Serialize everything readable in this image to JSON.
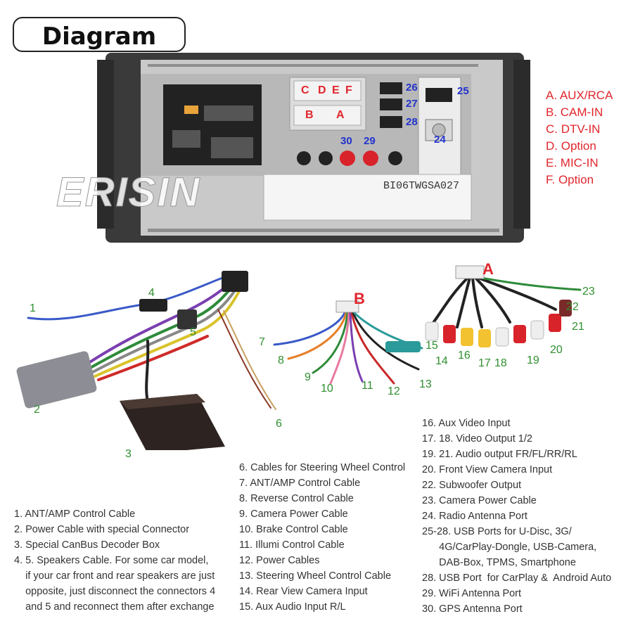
{
  "title": "Diagram",
  "watermark": "ERISIN",
  "unit_sticker": "BI06TWGSA027",
  "port_legend": [
    "A. AUX/RCA",
    "B. CAM-IN",
    "C. DTV-IN",
    "D. Option",
    "E. MIC-IN",
    "F. Option"
  ],
  "port_letters": [
    "C",
    "D",
    "E",
    "F",
    "B",
    "A"
  ],
  "port_numbers": [
    "26",
    "27",
    "28",
    "25",
    "24",
    "30",
    "29"
  ],
  "connector_labels": {
    "a": "A",
    "b": "B"
  },
  "cable_numbers": [
    "1",
    "2",
    "3",
    "4",
    "5",
    "6",
    "7",
    "8",
    "9",
    "10",
    "11",
    "12",
    "13",
    "14",
    "15",
    "16",
    "17",
    "18",
    "19",
    "20",
    "21",
    "22",
    "23"
  ],
  "list_left": [
    "1. ANT/AMP Control Cable",
    "2. Power Cable with special Connector",
    "3. Special CanBus Decoder Box",
    "4. 5. Speakers Cable. For some car model,",
    "    if your car front and rear speakers are just",
    "    opposite, just disconnect the connectors 4",
    "    and 5 and reconnect them after exchange"
  ],
  "list_middle": [
    "6. Cables for Steering Wheel Control",
    "7. ANT/AMP Control Cable",
    "8. Reverse Control Cable",
    "9. Camera Power Cable",
    "10. Brake Control Cable",
    "11. Illumi Control Cable",
    "12. Power Cables",
    "13. Steering Wheel Control Cable",
    "14. Rear View Camera Input",
    "15. Aux Audio Input R/L"
  ],
  "list_right": [
    "16. Aux Video Input",
    "17. 18. Video Output 1/2",
    "19. 21. Audio output FR/FL/RR/RL",
    "20. Front View Camera Input",
    "22. Subwoofer Output",
    "23. Camera Power Cable",
    "24. Radio Antenna Port",
    "25-28. USB Ports for U-Disc, 3G/",
    "      4G/CarPlay-Dongle, USB-Camera,",
    "      DAB-Box, TPMS, Smartphone",
    "28. USB Port  for CarPlay &  Android Auto",
    "29. WiFi Antenna Port",
    "30. GPS Antenna Port"
  ],
  "colors": {
    "legend_red": "#e0262c",
    "number_green": "#2f8f2f",
    "port_blue": "#2233cc"
  }
}
